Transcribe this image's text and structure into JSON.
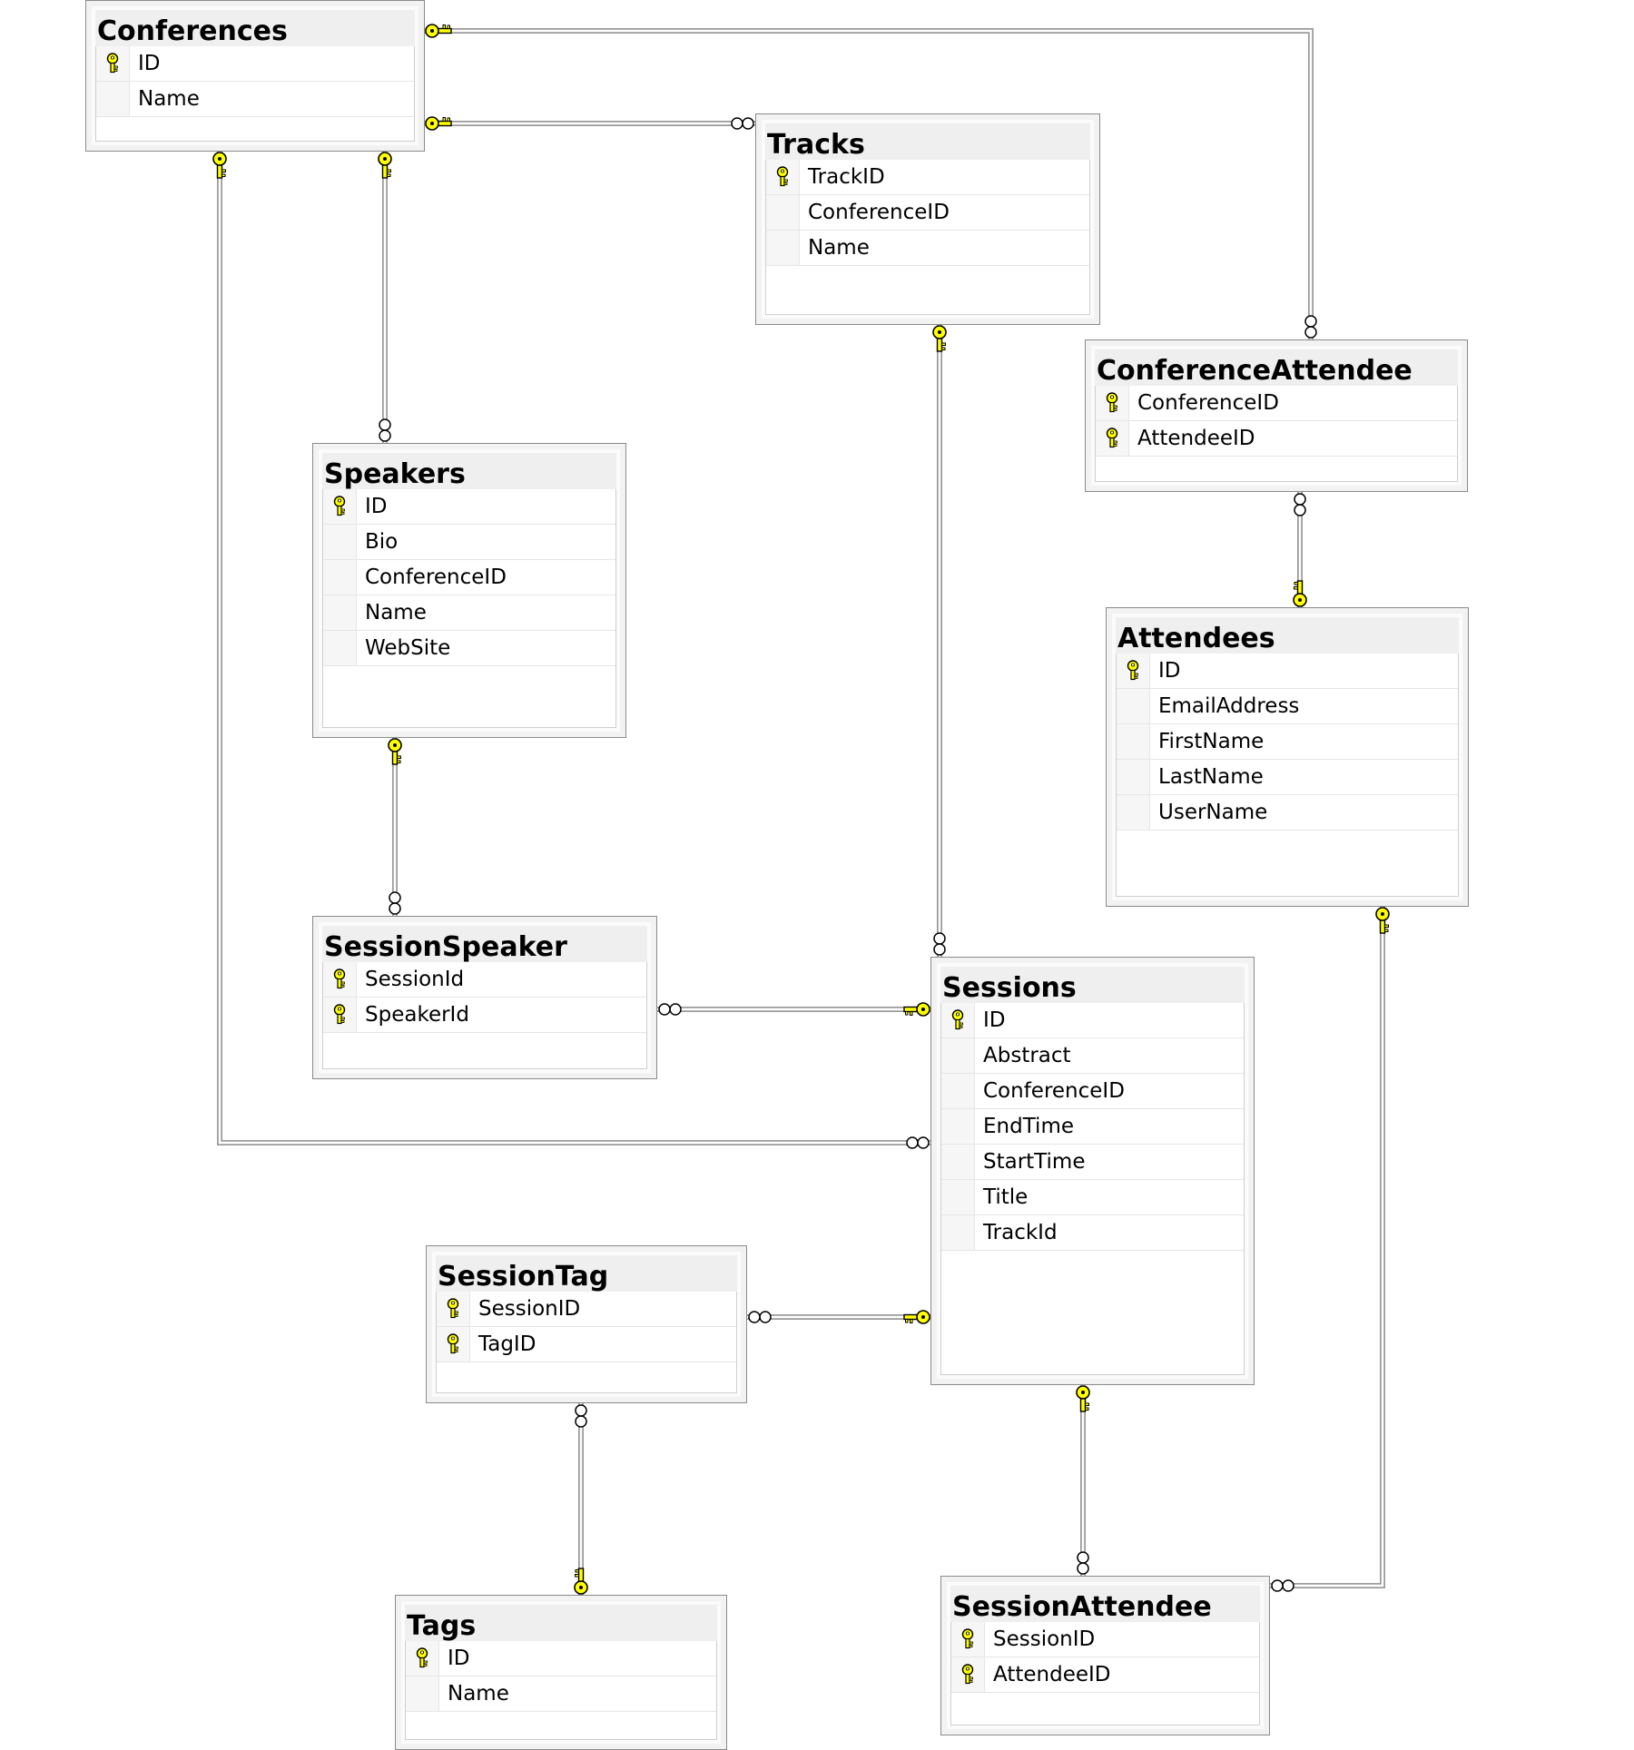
{
  "tables": {
    "conferences": {
      "title": "Conferences",
      "columns": [
        {
          "name": "ID",
          "pk": true
        },
        {
          "name": "Name",
          "pk": false
        }
      ]
    },
    "tracks": {
      "title": "Tracks",
      "columns": [
        {
          "name": "TrackID",
          "pk": true
        },
        {
          "name": "ConferenceID",
          "pk": false
        },
        {
          "name": "Name",
          "pk": false
        }
      ]
    },
    "conference_attendee": {
      "title": "ConferenceAttendee",
      "columns": [
        {
          "name": "ConferenceID",
          "pk": true
        },
        {
          "name": "AttendeeID",
          "pk": true
        }
      ]
    },
    "speakers": {
      "title": "Speakers",
      "columns": [
        {
          "name": "ID",
          "pk": true
        },
        {
          "name": "Bio",
          "pk": false
        },
        {
          "name": "ConferenceID",
          "pk": false
        },
        {
          "name": "Name",
          "pk": false
        },
        {
          "name": "WebSite",
          "pk": false
        }
      ]
    },
    "attendees": {
      "title": "Attendees",
      "columns": [
        {
          "name": "ID",
          "pk": true
        },
        {
          "name": "EmailAddress",
          "pk": false
        },
        {
          "name": "FirstName",
          "pk": false
        },
        {
          "name": "LastName",
          "pk": false
        },
        {
          "name": "UserName",
          "pk": false
        }
      ]
    },
    "session_speaker": {
      "title": "SessionSpeaker",
      "columns": [
        {
          "name": "SessionId",
          "pk": true
        },
        {
          "name": "SpeakerId",
          "pk": true
        }
      ]
    },
    "sessions": {
      "title": "Sessions",
      "columns": [
        {
          "name": "ID",
          "pk": true
        },
        {
          "name": "Abstract",
          "pk": false
        },
        {
          "name": "ConferenceID",
          "pk": false
        },
        {
          "name": "EndTime",
          "pk": false
        },
        {
          "name": "StartTime",
          "pk": false
        },
        {
          "name": "Title",
          "pk": false
        },
        {
          "name": "TrackId",
          "pk": false
        }
      ]
    },
    "session_tag": {
      "title": "SessionTag",
      "columns": [
        {
          "name": "SessionID",
          "pk": true
        },
        {
          "name": "TagID",
          "pk": true
        }
      ]
    },
    "tags": {
      "title": "Tags",
      "columns": [
        {
          "name": "ID",
          "pk": true
        },
        {
          "name": "Name",
          "pk": false
        }
      ]
    },
    "session_attendee": {
      "title": "SessionAttendee",
      "columns": [
        {
          "name": "SessionID",
          "pk": true
        },
        {
          "name": "AttendeeID",
          "pk": true
        }
      ]
    }
  },
  "relationships": [
    {
      "one": "conferences",
      "many": "conference_attendee"
    },
    {
      "one": "conferences",
      "many": "tracks"
    },
    {
      "one": "conferences",
      "many": "speakers"
    },
    {
      "one": "conferences",
      "many": "sessions"
    },
    {
      "one": "tracks",
      "many": "sessions"
    },
    {
      "one": "attendees",
      "many": "conference_attendee"
    },
    {
      "one": "speakers",
      "many": "session_speaker"
    },
    {
      "one": "sessions",
      "many": "session_speaker"
    },
    {
      "one": "sessions",
      "many": "session_tag"
    },
    {
      "one": "tags",
      "many": "session_tag"
    },
    {
      "one": "sessions",
      "many": "session_attendee"
    },
    {
      "one": "attendees",
      "many": "session_attendee"
    }
  ],
  "colors": {
    "key_fill": "#ffff00",
    "key_stroke": "#000000",
    "line": "#9a9a9a"
  }
}
